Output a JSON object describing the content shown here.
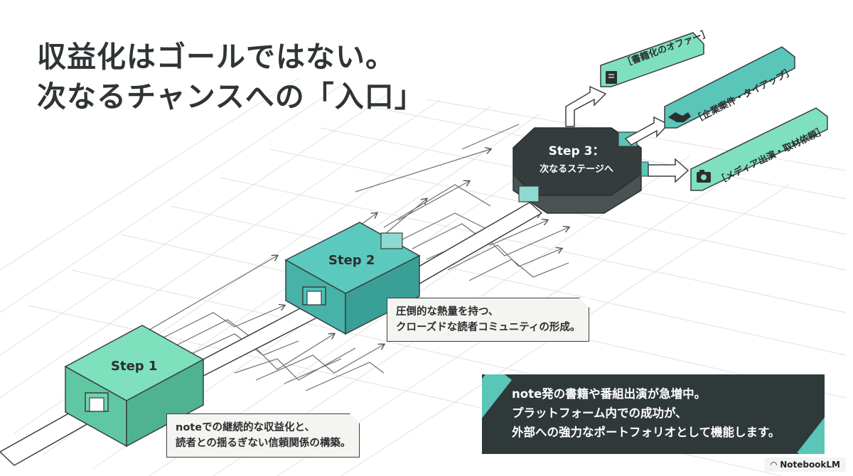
{
  "title": {
    "line1": "収益化はゴールではない。",
    "line2": "次なるチャンスへの「入口」"
  },
  "steps": [
    {
      "label": "Step 1",
      "color": "#6fd3ad"
    },
    {
      "label": "Step 2",
      "color": "#4fbfb6"
    },
    {
      "label_line1": "Step 3：",
      "label_line2": "次なるステージへ",
      "color": "#3a4243"
    }
  ],
  "callouts": {
    "step1": {
      "line1": "noteでの継続的な収益化と、",
      "line2": "読者との揺るぎない信頼関係の構築。"
    },
    "step2": {
      "line1": "圧倒的な熱量を持つ、",
      "line2": "クローズドな読者コミュニティの形成。"
    }
  },
  "outcomes": [
    {
      "label": "［書籍化のオファー］",
      "icon": "book-icon"
    },
    {
      "label": "［企業案件・タイアップ］",
      "icon": "handshake-icon"
    },
    {
      "label": "［メディア出演・取材依頼］",
      "icon": "camera-icon"
    }
  ],
  "infobox": {
    "line1": "note発の書籍や番組出演が急増中。",
    "line2": "プラットフォーム内での成功が、",
    "line3": "外部への強力なポートフォリオとして機能します。"
  },
  "brand": "NotebookLM",
  "colors": {
    "accent": "#59c6b8",
    "dark": "#30393a",
    "light_green": "#6fd3ad",
    "grid": "#d9dcdc"
  }
}
